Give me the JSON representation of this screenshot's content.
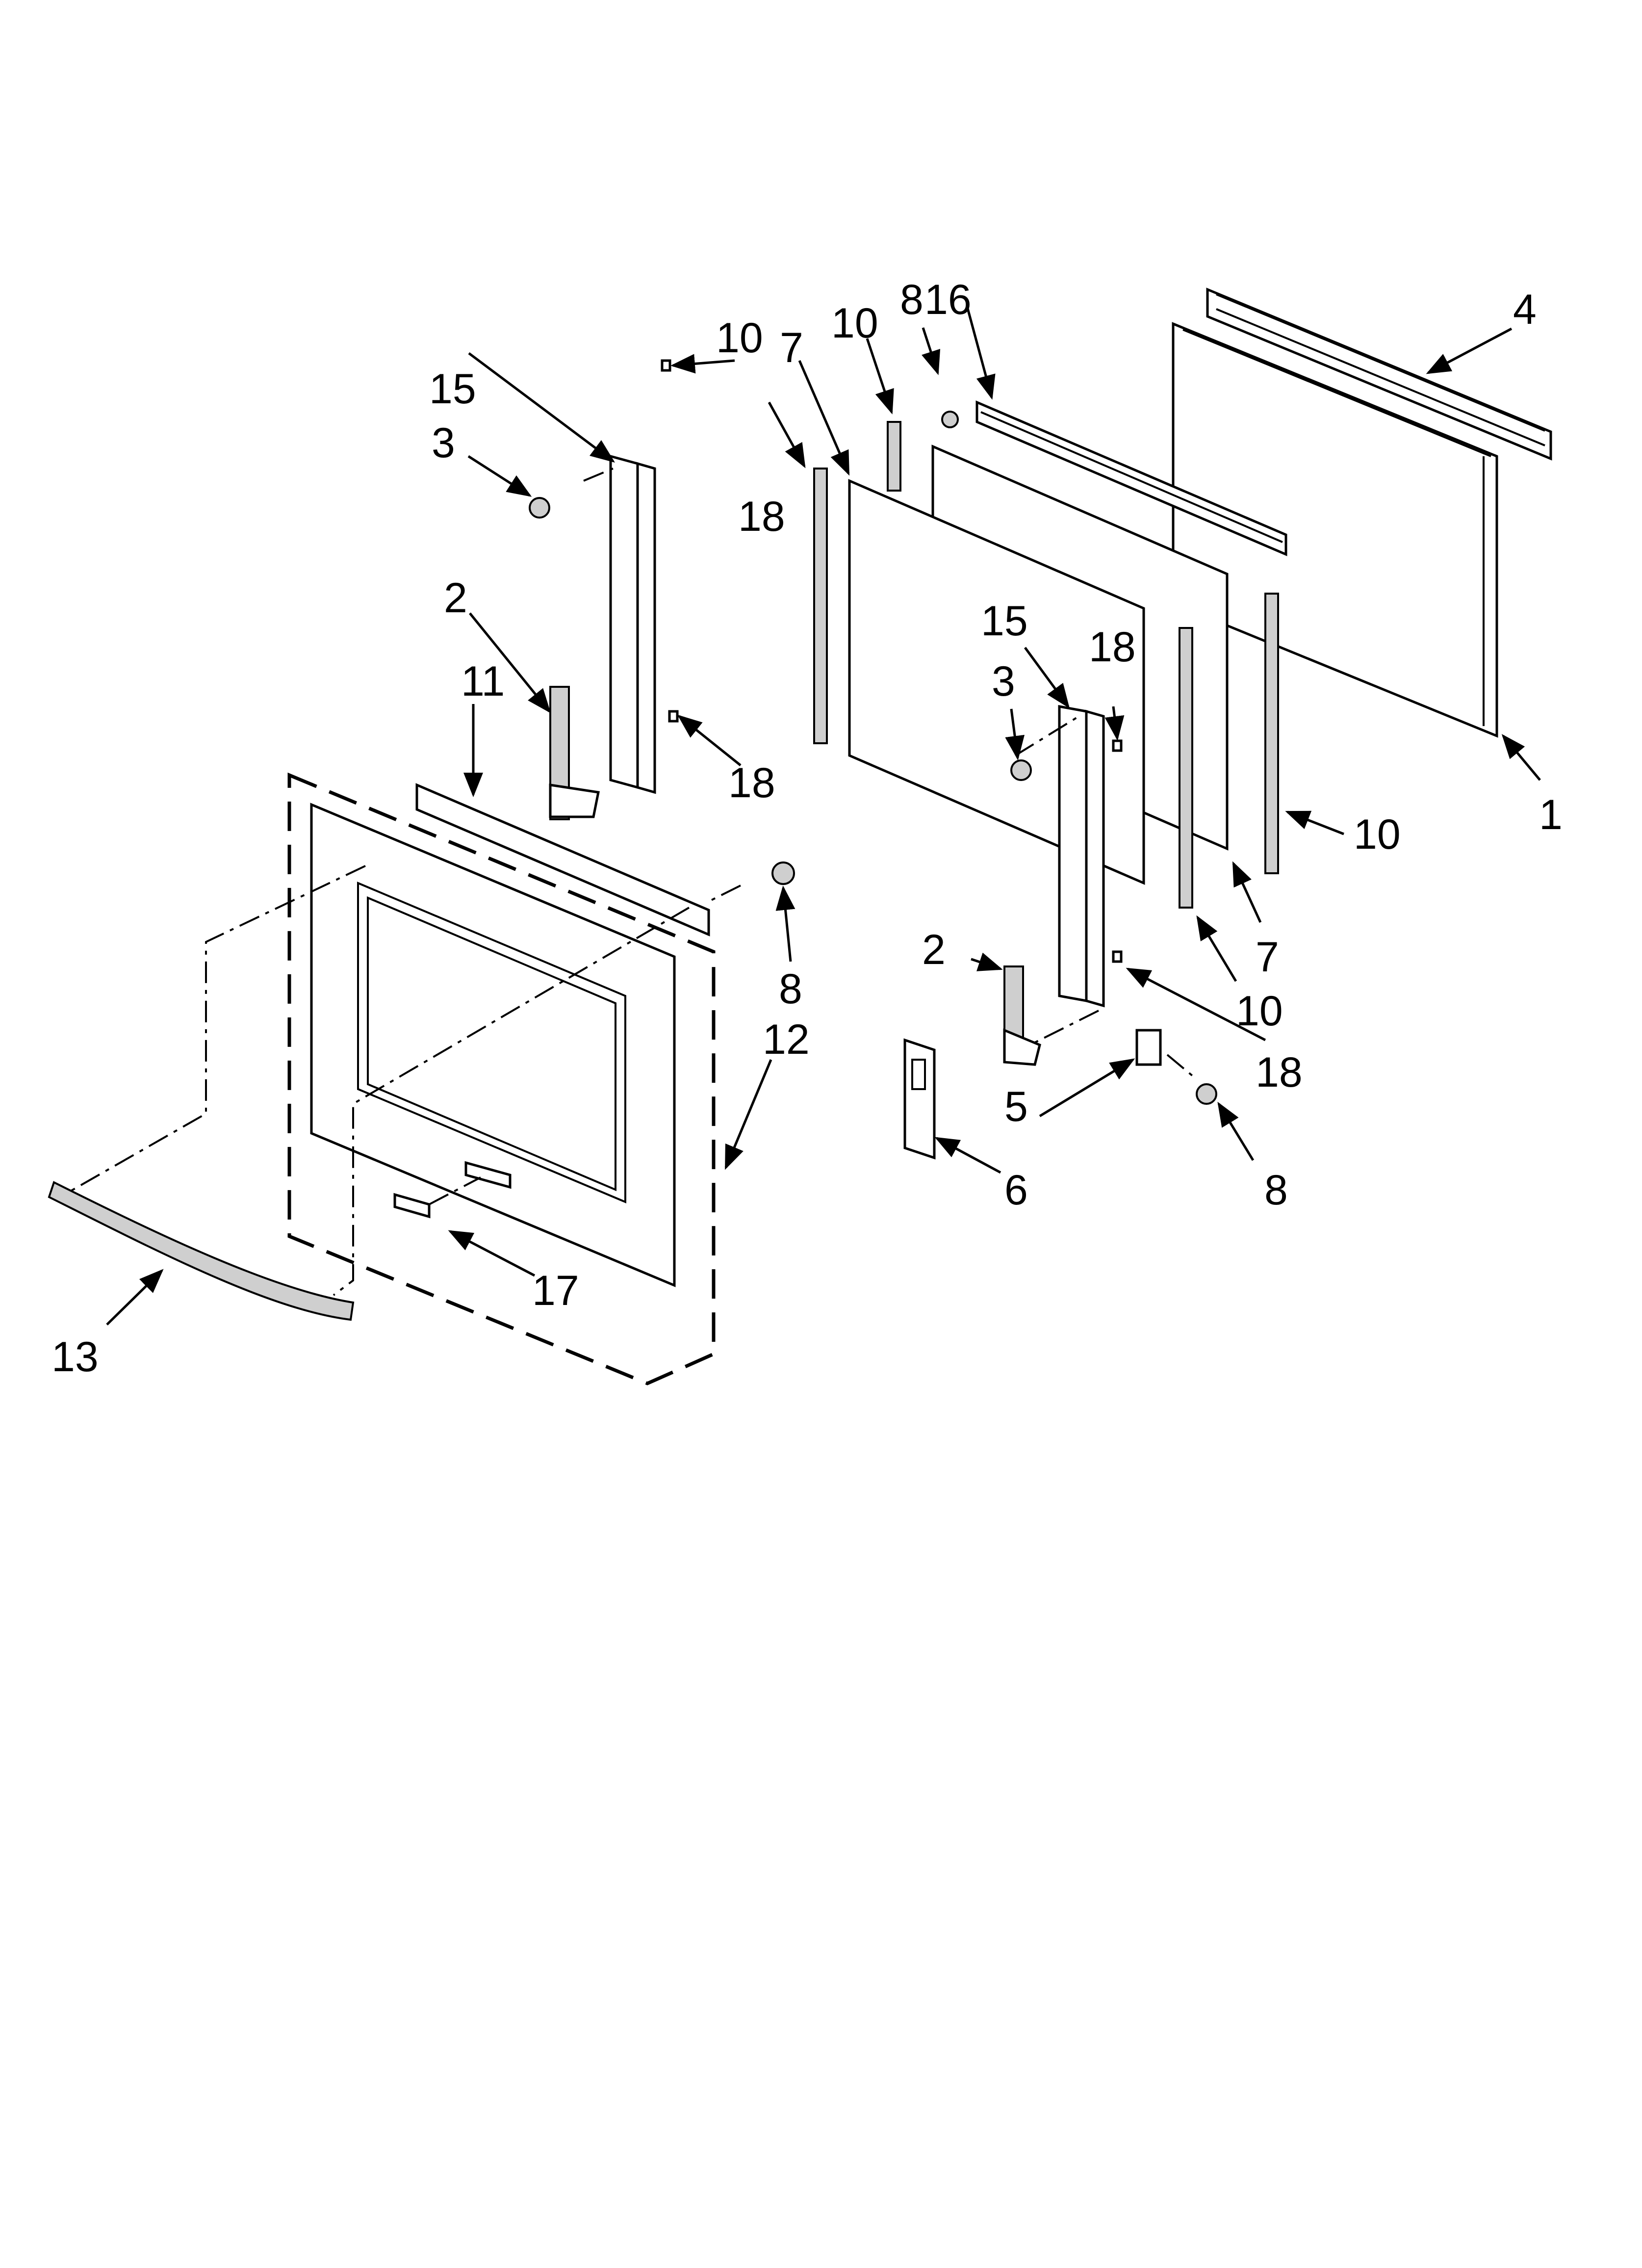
{
  "callouts": [
    {
      "id": "c4",
      "text": "4"
    },
    {
      "id": "c8a",
      "text": "8"
    },
    {
      "id": "c16",
      "text": "16"
    },
    {
      "id": "c10a",
      "text": "10"
    },
    {
      "id": "c7a",
      "text": "7"
    },
    {
      "id": "c10b",
      "text": "10"
    },
    {
      "id": "c15a",
      "text": "15"
    },
    {
      "id": "c3a",
      "text": "3"
    },
    {
      "id": "c18a",
      "text": "18"
    },
    {
      "id": "c2a",
      "text": "2"
    },
    {
      "id": "c11",
      "text": "11"
    },
    {
      "id": "c18b",
      "text": "18"
    },
    {
      "id": "c8b",
      "text": "8"
    },
    {
      "id": "c12",
      "text": "12"
    },
    {
      "id": "c17",
      "text": "17"
    },
    {
      "id": "c13",
      "text": "13"
    },
    {
      "id": "c15b",
      "text": "15"
    },
    {
      "id": "c18c",
      "text": "18"
    },
    {
      "id": "c3b",
      "text": "3"
    },
    {
      "id": "c1",
      "text": "1"
    },
    {
      "id": "c10c",
      "text": "10"
    },
    {
      "id": "c7b",
      "text": "7"
    },
    {
      "id": "c2b",
      "text": "2"
    },
    {
      "id": "c10d",
      "text": "10"
    },
    {
      "id": "c18d",
      "text": "18"
    },
    {
      "id": "c5",
      "text": "5"
    },
    {
      "id": "c6",
      "text": "6"
    },
    {
      "id": "c8c",
      "text": "8"
    }
  ]
}
